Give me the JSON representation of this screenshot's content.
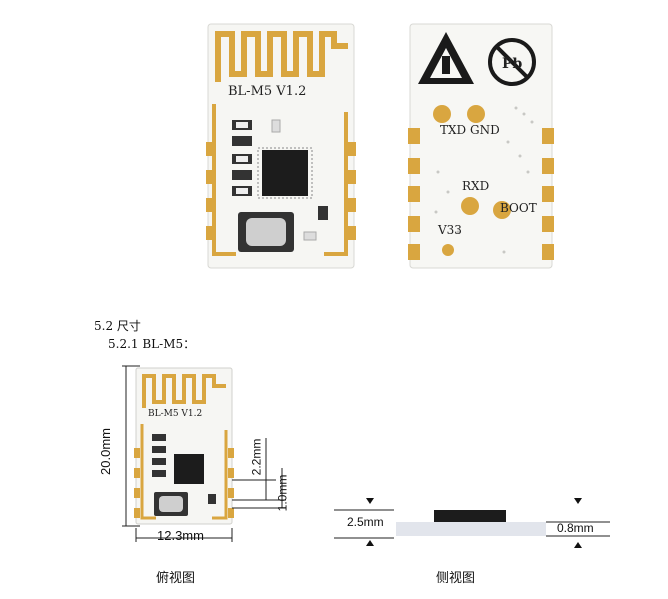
{
  "front_module": {
    "silkscreen": "BL-M5  V1.2"
  },
  "back_module": {
    "pins": {
      "txd": "TXD",
      "gnd": "GND",
      "rxd": "RXD",
      "boot": "BOOT",
      "v33": "V33"
    },
    "pb_mark": "Pb"
  },
  "section": {
    "heading": "5.2  尺寸",
    "subheading": "5.2.1    BL-M5："
  },
  "dimensions": {
    "height": "20.0mm",
    "width": "12.3mm",
    "pitch": "2.2mm",
    "pin_gap": "1.0mm",
    "thickness_total": "2.5mm",
    "thickness_pcb": "0.8mm"
  },
  "captions": {
    "top_view": "俯视图",
    "side_view": "侧视图"
  },
  "colors": {
    "pcb": "#f7f7f5",
    "gold": "#d9a640",
    "chip": "#1c1c1c"
  }
}
